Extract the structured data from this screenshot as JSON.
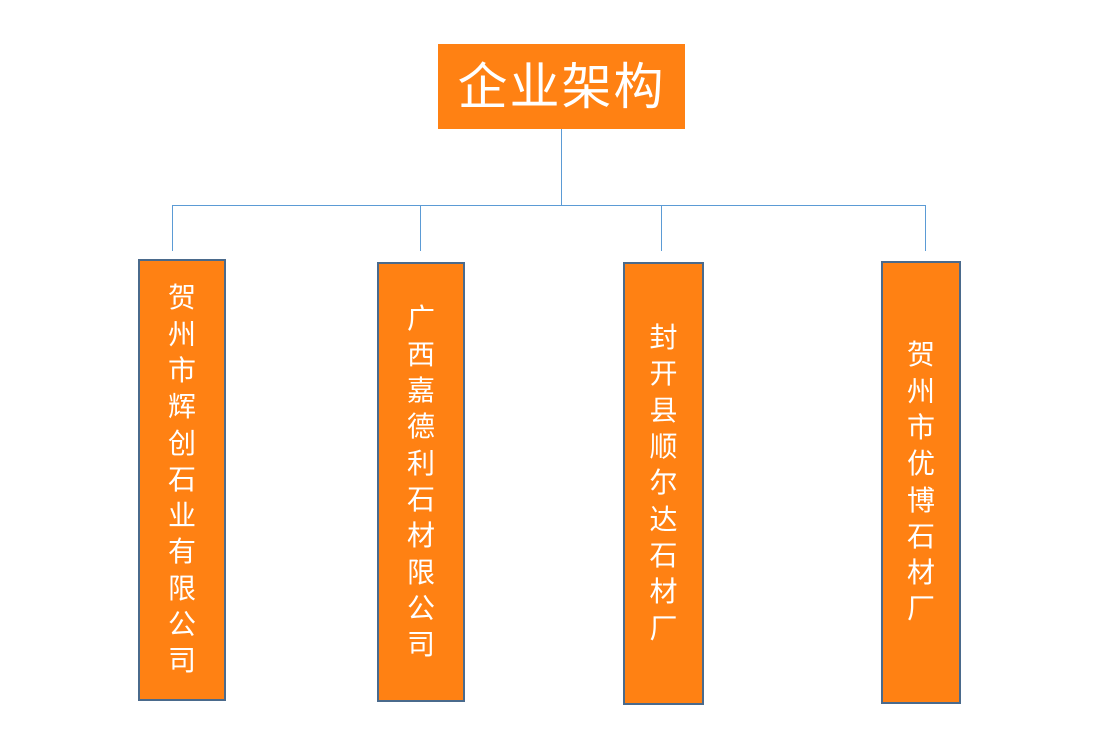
{
  "title": "企业架构",
  "nodes": [
    {
      "label": "贺州市辉创石业有限公司"
    },
    {
      "label": "广西嘉德利石材限公司"
    },
    {
      "label": "封开县顺尔达石材厂"
    },
    {
      "label": "贺州市优博石材厂"
    }
  ],
  "colors": {
    "box_fill": "#ff8113",
    "box_border": "#4a6a8c",
    "connector": "#5b9bd5",
    "text": "#ffffff"
  }
}
